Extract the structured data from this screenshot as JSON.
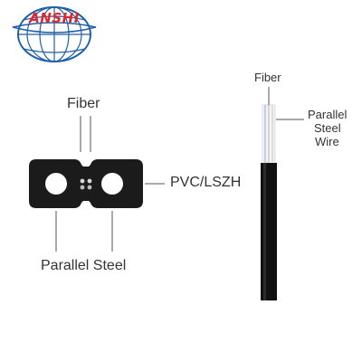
{
  "logo": {
    "brand": "ANSHI",
    "colors": {
      "globe": "#1f5fa8",
      "ring": "#1f5fa8",
      "text": "#e2262b"
    },
    "icon": "globe-icon"
  },
  "cross_section": {
    "labels": {
      "fiber": "Fiber",
      "jacket": "PVC/LSZH",
      "strength": "Parallel Steel"
    },
    "colors": {
      "jacket": "#1b1b1b",
      "steel": "#ffffff",
      "fiber_core": "#d8d8d8"
    }
  },
  "side_view": {
    "labels": {
      "fiber": "Fiber",
      "wire": [
        "Parallel",
        "Steel",
        "Wire"
      ]
    },
    "colors": {
      "jacket": "#111111",
      "wire": "#e6e6e6"
    }
  },
  "colors": {
    "leader": "#555555",
    "text": "#333333",
    "background": "#ffffff"
  }
}
